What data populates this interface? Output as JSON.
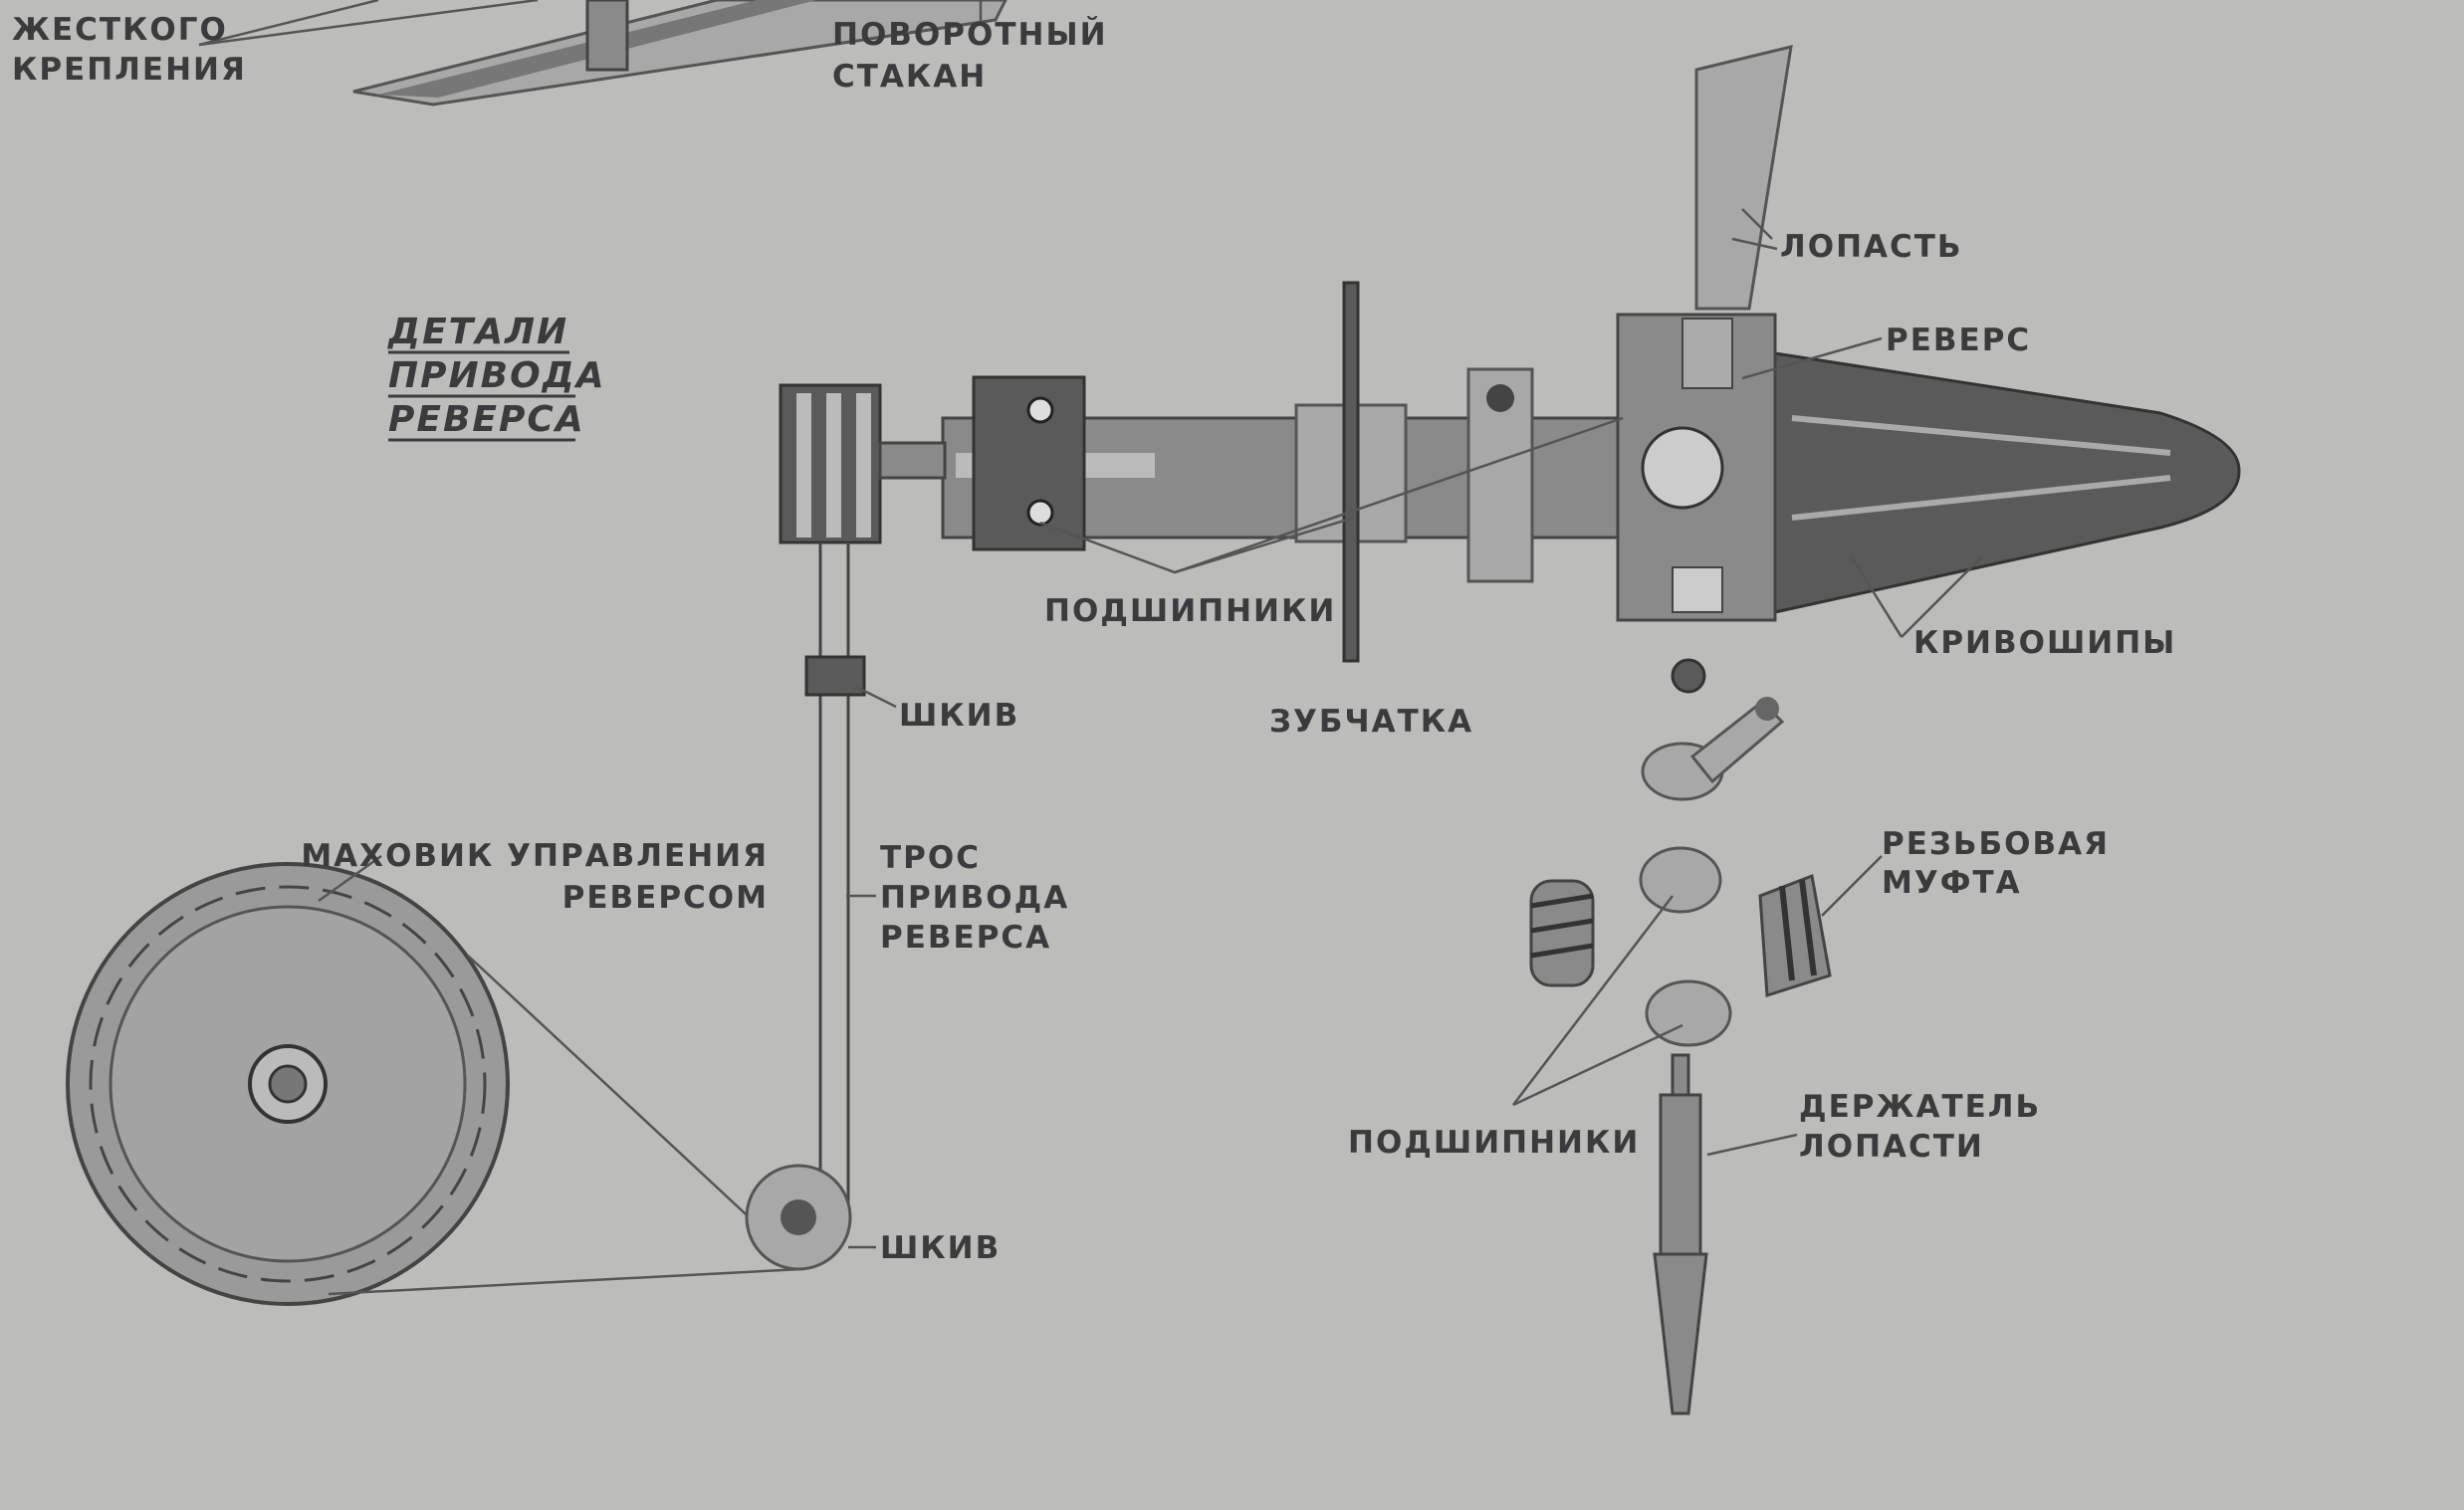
{
  "labels": {
    "rigid_mount": [
      "ЖЕСТКОГО",
      "КРЕПЛЕНИЯ"
    ],
    "swivel_cup": [
      "ПОВОРОТНЫЙ",
      "СТАКАН"
    ],
    "title": [
      "ДЕТАЛИ",
      "ПРИВОДА",
      "РЕВЕРСА"
    ],
    "blade": "ЛОПАСТЬ",
    "reverse": "РЕВЕРС",
    "bearings_top": "ПОДШИПНИКИ",
    "cranks": "КРИВОШИПЫ",
    "pulley_top": "ШКИВ",
    "sprocket": "ЗУБЧАТКА",
    "flywheel": [
      "МАХОВИК УПРАВЛЕНИЯ",
      "РЕВЕРСОМ"
    ],
    "cable": [
      "ТРОС",
      "ПРИВОДА",
      "РЕВЕРСА"
    ],
    "threaded_coupling": [
      "РЕЗЬБОВАЯ",
      "МУФТА"
    ],
    "bearings_bottom": "ПОДШИПНИКИ",
    "blade_holder": [
      "ДЕРЖАТЕЛЬ",
      "ЛОПАСТИ"
    ],
    "pulley_bottom": "ШКИВ"
  }
}
